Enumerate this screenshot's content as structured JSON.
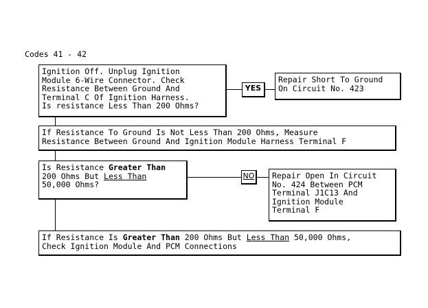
{
  "title": "Codes 41 - 42",
  "steps": {
    "step1": "Ignition Off. Unplug Ignition\nModule 6-Wire Connector. Check\nResistance Between Ground And\nTerminal C Of Ignition Harness.\nIs resistance Less Than 200 Ohms?",
    "yes_label": "YES",
    "yes_result": "Repair Short To Ground\nOn Circuit No. 423",
    "step2": "If Resistance To Ground Is Not Less Than 200 Ohms, Measure\nResistance Between Ground And Ignition Module Harness Terminal F",
    "step3": {
      "a": "Is Resistance ",
      "b": "Greater Than",
      "c": "\n200 Ohms But ",
      "d": "Less Than",
      "e": "\n50,000 Ohms?"
    },
    "no_label": "NO",
    "no_result": "Repair Open In Circuit\nNo. 424 Between PCM\nTerminal J1C13 And\nIgnition Module\nTerminal F",
    "step4": {
      "a": "If Resistance Is ",
      "b": "Greater Than",
      "c": " 200 Ohms But ",
      "d": "Less Than",
      "e": " 50,000 Ohms,\nCheck Ignition Module And PCM Connections"
    }
  }
}
